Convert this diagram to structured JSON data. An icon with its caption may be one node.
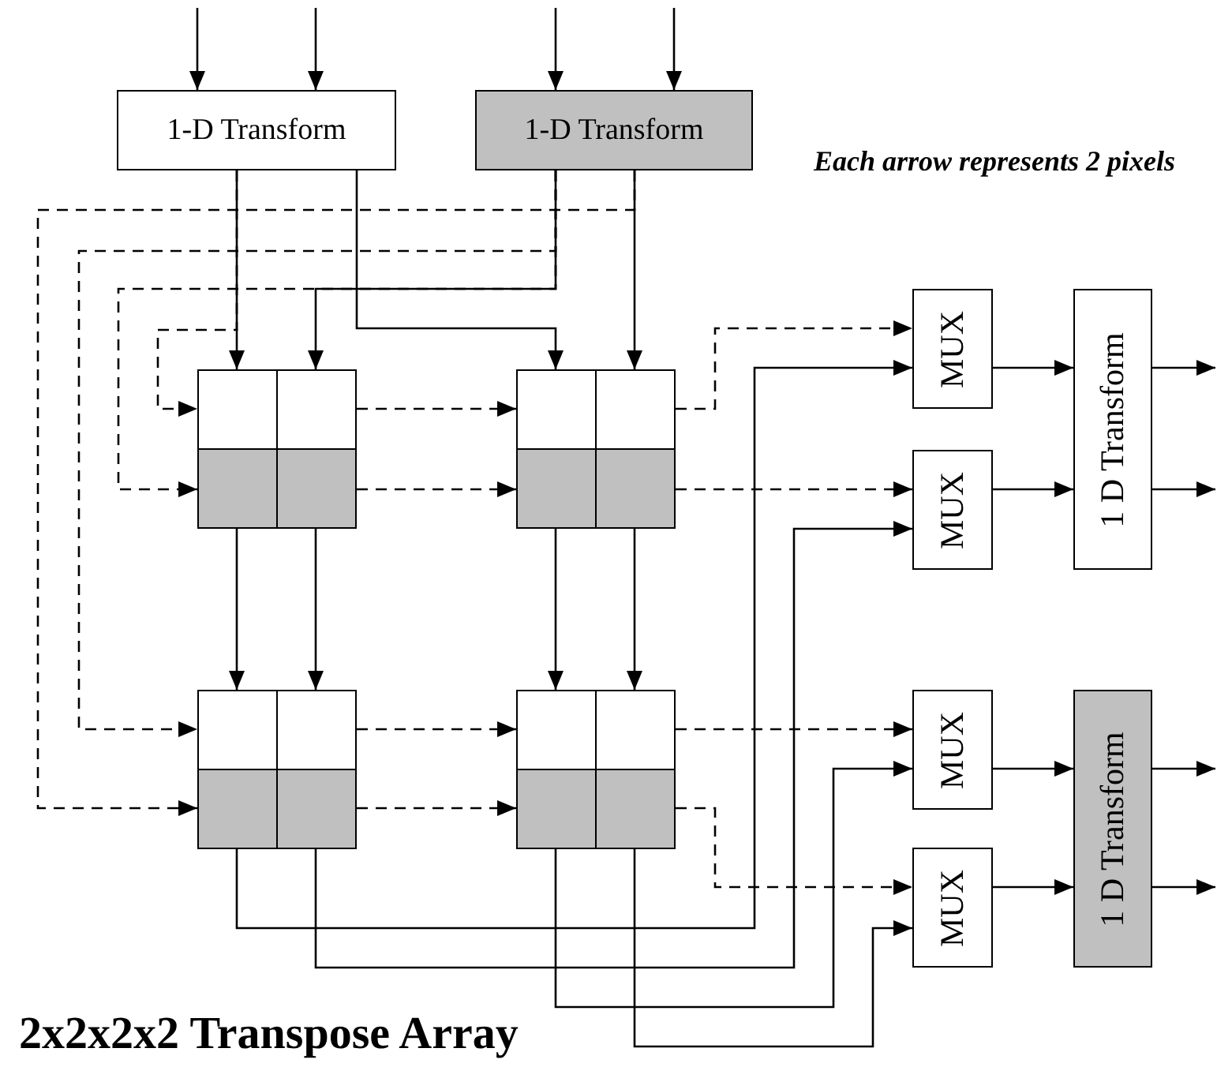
{
  "diagram": {
    "title": "2x2x2x2 Transpose Array",
    "nodes": [
      {
        "text": [
          "1-D Transform"
        ]
      },
      {
        "text": [
          "1-D Transform"
        ]
      },
      {
        "text": [],
        "shape": "box"
      },
      {
        "text": [],
        "shape": "box"
      },
      {
        "text": [],
        "shape": "box"
      },
      {
        "text": [],
        "shape": "box"
      },
      {
        "text": [],
        "shape": "box"
      },
      {
        "text": [],
        "shape": "box"
      },
      {
        "text": [],
        "shape": "box"
      },
      {
        "text": [],
        "shape": "box"
      },
      {
        "text": [
          "MUX"
        ]
      },
      {
        "text": [
          "MUX"
        ]
      },
      {
        "text": [
          "1 D Transform"
        ]
      },
      {
        "text": [],
        "shape": "box"
      },
      {
        "text": [],
        "shape": "box"
      },
      {
        "text": [],
        "shape": "box"
      },
      {
        "text": [],
        "shape": "box"
      },
      {
        "text": [],
        "shape": "box"
      },
      {
        "text": [],
        "shape": "box"
      },
      {
        "text": [],
        "shape": "box"
      },
      {
        "text": [],
        "shape": "box"
      },
      {
        "text": [
          "MUX"
        ]
      },
      {
        "text": [
          "MUX"
        ]
      },
      {
        "text": [
          "1 D Transform"
        ]
      }
    ],
    "edges": [
      {
        "from": null,
        "to": 0,
        "arrow": "to"
      },
      {
        "from": null,
        "to": 0,
        "arrow": "to"
      },
      {
        "from": null,
        "to": 1,
        "arrow": "to"
      },
      {
        "from": null,
        "to": 1,
        "arrow": "to"
      },
      {
        "from": 0,
        "to": 2,
        "arrow": "to"
      },
      {
        "from": 0,
        "to": 6,
        "arrow": "to"
      },
      {
        "from": 0,
        "to": 2,
        "arrow": "to",
        "style": "dashed"
      },
      {
        "from": 1,
        "to": 3,
        "arrow": "to"
      },
      {
        "from": 1,
        "to": 4,
        "arrow": "to",
        "style": "dashed"
      },
      {
        "from": 1,
        "to": 13,
        "arrow": "to",
        "style": "dashed"
      },
      {
        "from": 1,
        "to": 7,
        "arrow": "to"
      },
      {
        "from": 1,
        "to": 15,
        "arrow": "to",
        "style": "dashed"
      },
      {
        "from": 3,
        "to": 6,
        "arrow": "to",
        "style": "dashed"
      },
      {
        "from": 5,
        "to": 8,
        "arrow": "to",
        "style": "dashed"
      },
      {
        "from": 14,
        "to": 17,
        "arrow": "to",
        "style": "dashed"
      },
      {
        "from": 16,
        "to": 19,
        "arrow": "to",
        "style": "dashed"
      },
      {
        "from": 4,
        "to": 13,
        "arrow": "to"
      },
      {
        "from": 5,
        "to": 14,
        "arrow": "to"
      },
      {
        "from": 8,
        "to": 17,
        "arrow": "to"
      },
      {
        "from": 9,
        "to": 18,
        "arrow": "to"
      },
      {
        "from": 7,
        "to": 10,
        "arrow": "to",
        "style": "dashed"
      },
      {
        "from": 9,
        "to": 11,
        "arrow": "to",
        "style": "dashed"
      },
      {
        "from": 18,
        "to": 21,
        "arrow": "to",
        "style": "dashed"
      },
      {
        "from": 20,
        "to": 22,
        "arrow": "to",
        "style": "dashed"
      },
      {
        "from": 15,
        "to": 10,
        "arrow": "to"
      },
      {
        "from": 16,
        "to": 11,
        "arrow": "to"
      },
      {
        "from": 19,
        "to": 21,
        "arrow": "to"
      },
      {
        "from": 20,
        "to": 22,
        "arrow": "to"
      },
      {
        "from": 10,
        "to": 12,
        "arrow": "to"
      },
      {
        "from": 11,
        "to": 12,
        "arrow": "to"
      },
      {
        "from": 21,
        "to": 23,
        "arrow": "to"
      },
      {
        "from": 22,
        "to": 23,
        "arrow": "to"
      },
      {
        "from": 12,
        "to": null,
        "arrow": "to"
      },
      {
        "from": 12,
        "to": null,
        "arrow": "to"
      },
      {
        "from": 23,
        "to": null,
        "arrow": "to"
      },
      {
        "from": 23,
        "to": null,
        "arrow": "to"
      }
    ],
    "labels": [
      "Each arrow represents 2 pixels"
    ]
  }
}
